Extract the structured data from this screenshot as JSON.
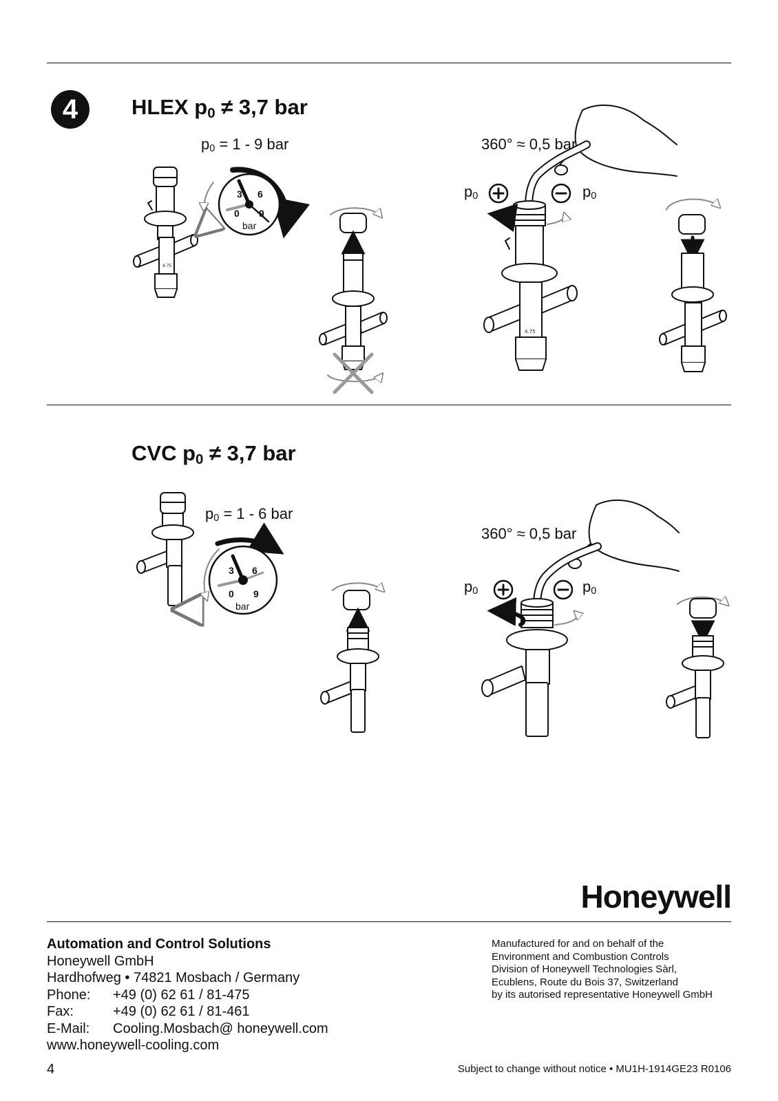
{
  "step_number": "4",
  "section_hlex": {
    "title_prefix": "HLEX p",
    "title_sub": "0",
    "title_suffix": " ≠ 3,7 bar",
    "range_prefix": "p",
    "range_sub": "0",
    "range_suffix": " = 1 - 9 bar",
    "turn_label": "360° ≈ 0,5 bar",
    "p0_left": "p",
    "p0_right": "p",
    "p0_sub": "0",
    "gauge_unit": "bar",
    "gauge_ticks": [
      "3",
      "6",
      "0",
      "9"
    ]
  },
  "section_cvc": {
    "title_prefix": "CVC  p",
    "title_sub": "0",
    "title_suffix": " ≠ 3,7 bar",
    "range_prefix": "p",
    "range_sub": "0",
    "range_suffix": " = 1 - 6 bar",
    "turn_label": "360° ≈ 0,5 bar",
    "p0_left": "p",
    "p0_right": "p",
    "p0_sub": "0",
    "gauge_unit": "bar",
    "gauge_ticks": [
      "3",
      "6",
      "0",
      "9"
    ]
  },
  "brand": "Honeywell",
  "footer": {
    "company_heading": "Automation and Control Solutions",
    "company_name": "Honeywell GmbH",
    "address": "Hardhofweg • 74821 Mosbach / Germany",
    "phone_label": "Phone:",
    "phone": "+49 (0) 62 61 / 81-475",
    "fax_label": "Fax:",
    "fax": "+49 (0) 62 61 / 81-461",
    "email_label": "E-Mail:",
    "email": "Cooling.Mosbach@ honeywell.com",
    "website": "www.honeywell-cooling.com",
    "manufacturer_lines": [
      "Manufactured for and on behalf of the",
      "Environment and Combustion Controls",
      "Division of Honeywell Technologies Sàrl,",
      "Ecublens, Route du Bois 37, Switzerland",
      "by its autorised representative Honeywell GmbH"
    ],
    "page_number": "4",
    "notice": "Subject to change without notice • MU1H-1914GE23 R0106"
  }
}
